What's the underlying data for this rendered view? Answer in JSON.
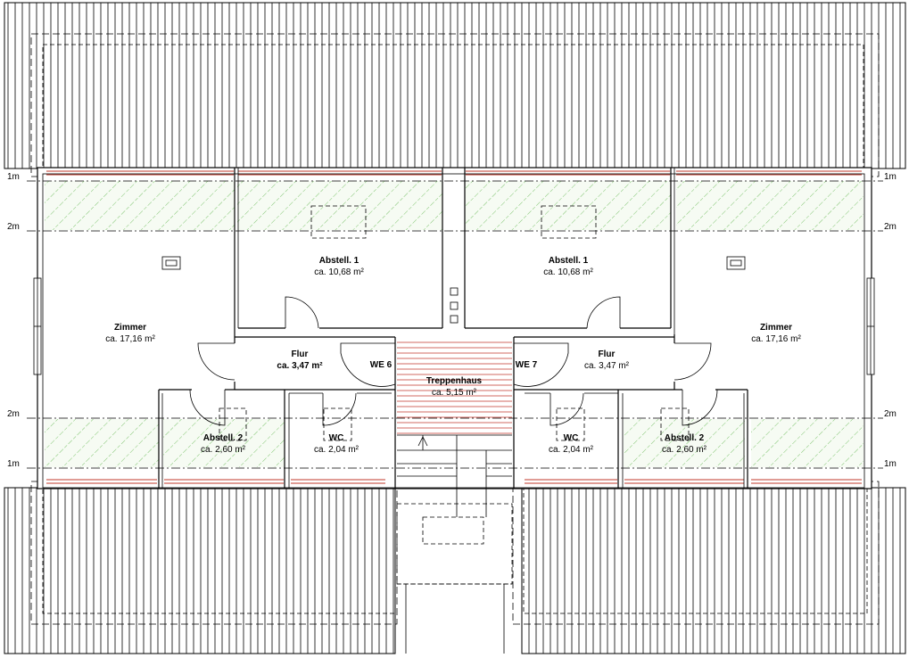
{
  "rooms": {
    "abstell1_left": {
      "name": "Abstell. 1",
      "area": "ca. 10,68 m²"
    },
    "abstell1_right": {
      "name": "Abstell. 1",
      "area": "ca. 10,68 m²"
    },
    "zimmer_left": {
      "name": "Zimmer",
      "area": "ca. 17,16 m²"
    },
    "zimmer_right": {
      "name": "Zimmer",
      "area": "ca. 17,16 m²"
    },
    "flur_left": {
      "name": "Flur",
      "area": "ca. 3,47 m²"
    },
    "flur_right": {
      "name": "Flur",
      "area": "ca. 3,47 m²"
    },
    "treppenhaus": {
      "name": "Treppenhaus",
      "area": "ca. 5,15 m²"
    },
    "abstell2_left": {
      "name": "Abstell. 2",
      "area": "ca. 2,60 m²"
    },
    "abstell2_right": {
      "name": "Abstell. 2",
      "area": "ca. 2,60 m²"
    },
    "wc_left": {
      "name": "WC",
      "area": "ca. 2,04 m²"
    },
    "wc_right": {
      "name": "WC",
      "area": "ca. 2,04 m²"
    }
  },
  "units": {
    "left": "WE 6",
    "right": "WE 7"
  },
  "height_marks": {
    "one": "1m",
    "two": "2m"
  },
  "colors": {
    "hatch": "#7fc46f",
    "stair_lines": "#c0392b",
    "walls": "#000000"
  }
}
